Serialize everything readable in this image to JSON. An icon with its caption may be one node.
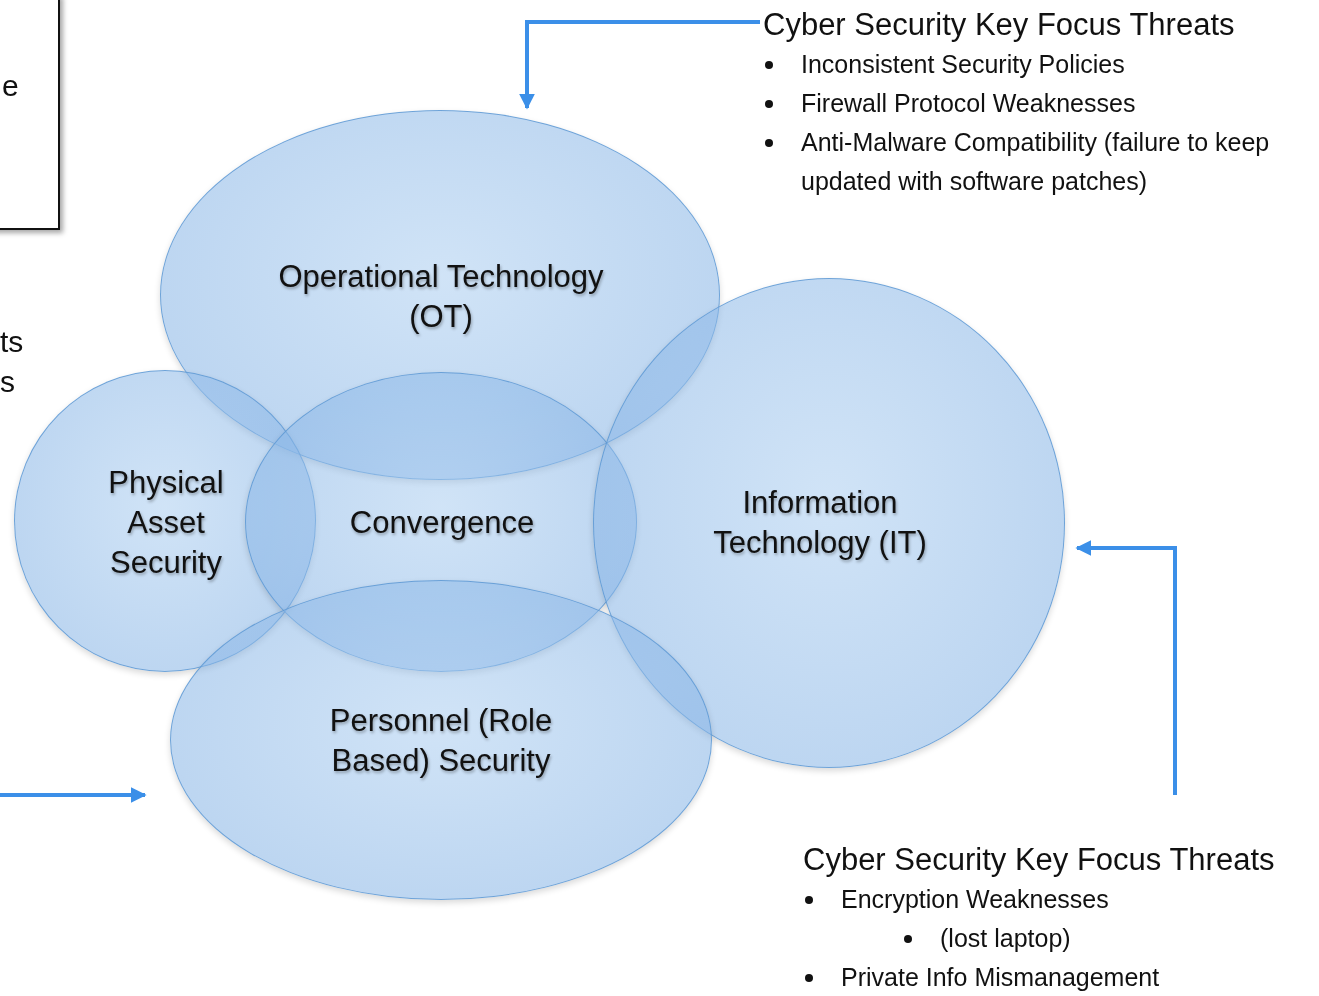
{
  "diagram": {
    "nodes": [
      {
        "text": [
          "e"
        ]
      },
      {
        "text": [
          "Operational Technology (OT)"
        ]
      },
      {
        "text": [
          "Physical Asset Security"
        ]
      },
      {
        "text": [
          "Convergence"
        ]
      },
      {
        "text": [
          "Information Technology (IT)"
        ]
      },
      {
        "text": [
          "Personnel (Role Based) Security"
        ]
      },
      {
        "text": [
          "Cyber Security Key Focus Threats",
          "Inconsistent Security Policies",
          "Firewall Protocol Weaknesses",
          "Anti-Malware Compatibility (failure to keep updated with software patches)"
        ]
      },
      {
        "text": [
          "Cyber Security Key Focus Threats",
          "Encryption Weaknesses",
          "(lost laptop)",
          "Private Info Mismanagement"
        ]
      }
    ],
    "edges": [
      {
        "from": 6,
        "to": 1,
        "arrow": "to"
      },
      {
        "from": 7,
        "to": 4,
        "arrow": "to"
      },
      {
        "from": null,
        "to": 5,
        "arrow": "to"
      }
    ],
    "labels": [
      "ts",
      "s"
    ]
  }
}
